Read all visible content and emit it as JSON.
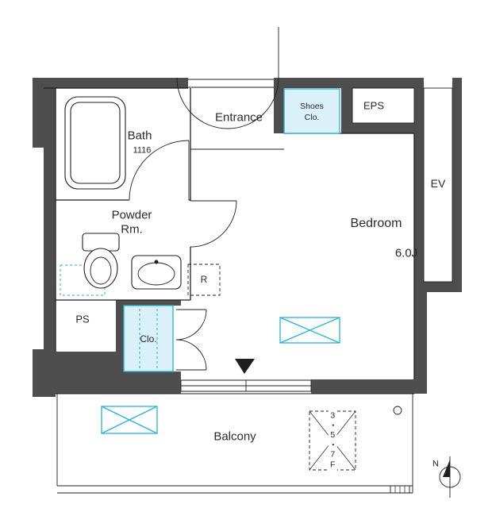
{
  "plan": {
    "bath": {
      "label": "Bath",
      "size": "1116"
    },
    "powder_room": {
      "line1": "Powder",
      "line2": "Rm."
    },
    "entrance": {
      "label": "Entrance"
    },
    "shoes_closet": {
      "line1": "Shoes",
      "line2": "Clo."
    },
    "eps": {
      "label": "EPS"
    },
    "elevator": {
      "label": "EV"
    },
    "bedroom": {
      "label": "Bedroom",
      "size": "6.0J"
    },
    "refrigerator_space": {
      "label": "R"
    },
    "pipe_shaft": {
      "label": "PS"
    },
    "closet": {
      "label": "Clo."
    },
    "balcony": {
      "label": "Balcony"
    },
    "floor_note": {
      "label": "3・5・7F"
    },
    "compass": {
      "north_label": "N"
    }
  },
  "colors": {
    "wall": "#4e4e4e",
    "line": "#1f1f1f",
    "text": "#2a2a2a",
    "accent": "#25b2d8",
    "accent_fill": "#daf1f9"
  }
}
